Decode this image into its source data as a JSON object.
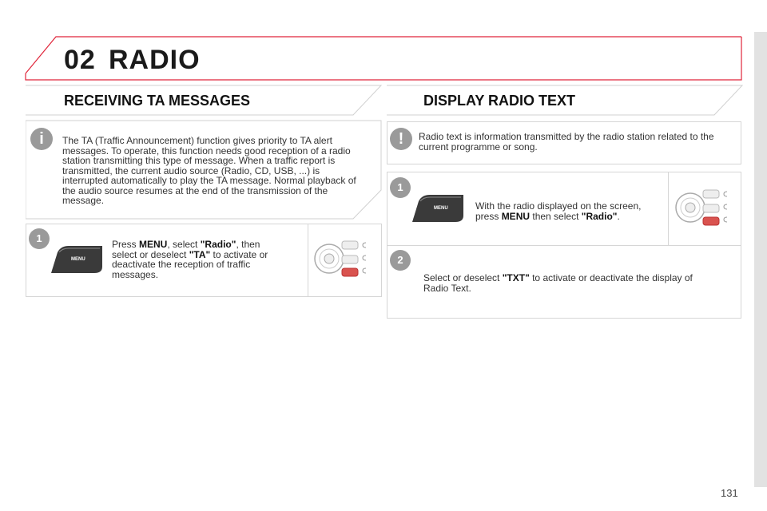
{
  "header": {
    "chapter_number": "02",
    "chapter_title": "RADIO"
  },
  "left": {
    "heading": "RECEIVING TA MESSAGES",
    "info_icon": "i",
    "info_text": "The TA (Traffic Announcement) function gives priority to TA alert messages. To operate, this function needs good reception of a radio station transmitting this type of message. When a traffic report is transmitted, the current audio source (Radio, CD, USB, ...) is interrupted automatically to play the TA message. Normal playback of the audio source resumes at the end of the transmission of the message.",
    "step1": {
      "number": "1",
      "button_label": "MENU",
      "t1": "Press ",
      "t2": "MENU",
      "t3": ", select ",
      "t4": "\"Radio\"",
      "t5": ", then select or deselect ",
      "t6": "\"TA\"",
      "t7": " to activate or deactivate the reception of traffic messages."
    }
  },
  "right": {
    "heading": "DISPLAY RADIO TEXT",
    "warn_icon": "!",
    "warn_text": "Radio text is information transmitted by the radio station related to the current programme or song.",
    "step1": {
      "number": "1",
      "button_label": "MENU",
      "t1": "With the radio displayed on the screen, press ",
      "t2": "MENU",
      "t3": " then select ",
      "t4": "\"Radio\"",
      "t5": "."
    },
    "step2": {
      "number": "2",
      "t1": "Select or deselect ",
      "t2": "\"TXT\"",
      "t3": " to activate or deactivate the display of Radio Text."
    }
  },
  "page_number": "131",
  "colors": {
    "accent_red": "#e0253a",
    "menu_red": "#d9534f",
    "badge_gray": "#9a9a9a",
    "rail_gray": "#e2e2e2"
  }
}
